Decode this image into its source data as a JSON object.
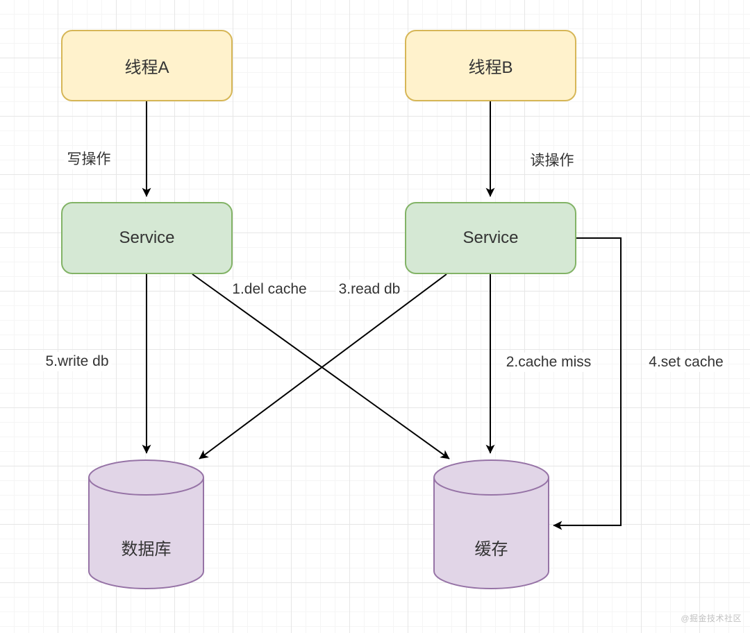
{
  "diagram": {
    "nodes": [
      {
        "id": "thread-a",
        "label": "线程A",
        "type": "rounded-rect",
        "fill": "#FFF2CC",
        "border": "#D6B656"
      },
      {
        "id": "thread-b",
        "label": "线程B",
        "type": "rounded-rect",
        "fill": "#FFF2CC",
        "border": "#D6B656"
      },
      {
        "id": "service-a",
        "label": "Service",
        "type": "rounded-rect",
        "fill": "#D5E8D4",
        "border": "#82B366"
      },
      {
        "id": "service-b",
        "label": "Service",
        "type": "rounded-rect",
        "fill": "#D5E8D4",
        "border": "#82B366"
      },
      {
        "id": "database",
        "label": "数据库",
        "type": "cylinder",
        "fill": "#E1D5E7",
        "border": "#9673A6"
      },
      {
        "id": "cache",
        "label": "缓存",
        "type": "cylinder",
        "fill": "#E1D5E7",
        "border": "#9673A6"
      }
    ],
    "edges": [
      {
        "from": "thread-a",
        "to": "service-a",
        "label": "写操作"
      },
      {
        "from": "thread-b",
        "to": "service-b",
        "label": "读操作"
      },
      {
        "from": "service-a",
        "to": "cache",
        "label": "1.del cache"
      },
      {
        "from": "service-b",
        "to": "cache",
        "label": "2.cache miss"
      },
      {
        "from": "service-b",
        "to": "database",
        "label": "3.read db"
      },
      {
        "from": "service-b",
        "to": "cache",
        "label": "4.set cache"
      },
      {
        "from": "service-a",
        "to": "database",
        "label": "5.write db"
      }
    ],
    "colors": {
      "arrow": "#000000",
      "text": "#333333",
      "grid_minor": "#f5f5f5",
      "grid_major": "#e6e6e6",
      "watermark": "#c2c2c2"
    },
    "watermark": "@掘金技术社区"
  }
}
